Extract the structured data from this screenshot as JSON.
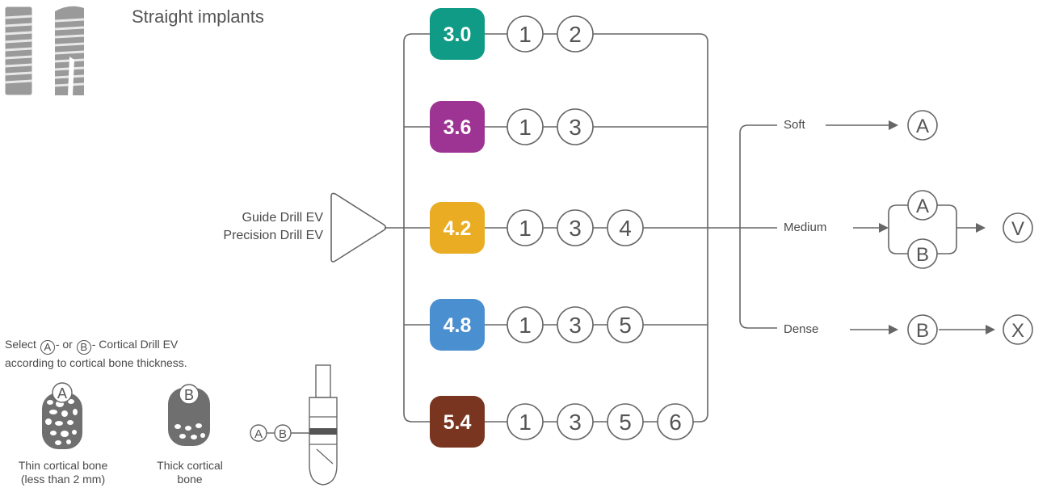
{
  "title": "Straight implants",
  "guide_drills": [
    "Guide Drill EV",
    "Precision Drill EV"
  ],
  "implant_rows": [
    {
      "diameter": "3.0",
      "color": "#0f9b85",
      "steps": [
        "1",
        "2"
      ]
    },
    {
      "diameter": "3.6",
      "color": "#9d3493",
      "steps": [
        "1",
        "3"
      ]
    },
    {
      "diameter": "4.2",
      "color": "#eaac22",
      "steps": [
        "1",
        "3",
        "4"
      ]
    },
    {
      "diameter": "4.8",
      "color": "#4a8fd0",
      "steps": [
        "1",
        "3",
        "5"
      ]
    },
    {
      "diameter": "5.4",
      "color": "#7a3520",
      "steps": [
        "1",
        "3",
        "5",
        "6"
      ]
    }
  ],
  "bone_density": [
    {
      "label": "Soft",
      "drills": [
        "A"
      ]
    },
    {
      "label": "Medium",
      "drills": [
        "A",
        "B"
      ],
      "then": "V"
    },
    {
      "label": "Dense",
      "drills": [
        "B"
      ],
      "then": "X"
    }
  ],
  "cortical_note": {
    "prefix": "Select",
    "a": "A",
    "b": "B",
    "line1_mid": "- or",
    "line1_end": "- Cortical Drill EV",
    "line2": "according to cortical bone thickness."
  },
  "bone_samples": [
    {
      "marker": "A",
      "caption_1": "Thin cortical bone",
      "caption_2": "(less than 2 mm)"
    },
    {
      "marker": "B",
      "caption_1": "Thick cortical",
      "caption_2": "bone"
    }
  ],
  "drill_markers": [
    "A",
    "B"
  ]
}
